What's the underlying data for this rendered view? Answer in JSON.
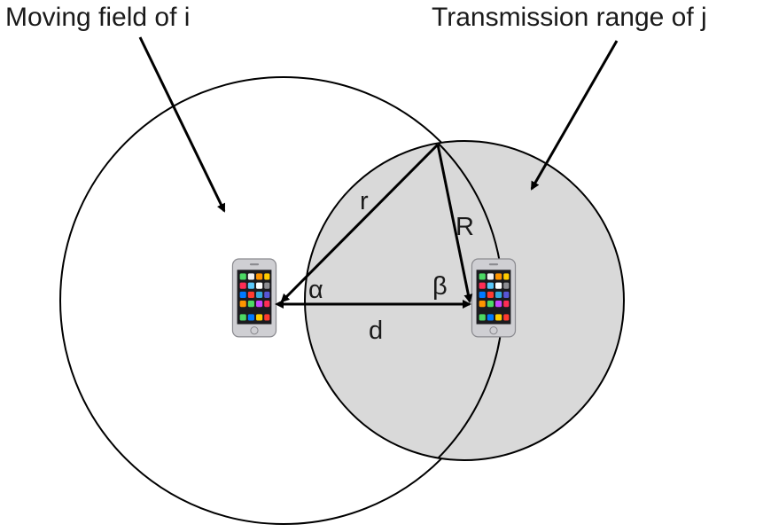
{
  "labels": {
    "moving_field": "Moving field of i",
    "transmission_range": "Transmission range of j",
    "r": "r",
    "R": "R",
    "alpha": "α",
    "beta": "β",
    "d": "d"
  },
  "colors": {
    "stroke": "#000000",
    "transmission_fill": "#d9d9d9",
    "background": "#ffffff",
    "phone_body": "#d8d8dc",
    "phone_screen": "#111111"
  },
  "icons": {
    "node_i": "smartphone-icon",
    "node_j": "smartphone-icon"
  }
}
